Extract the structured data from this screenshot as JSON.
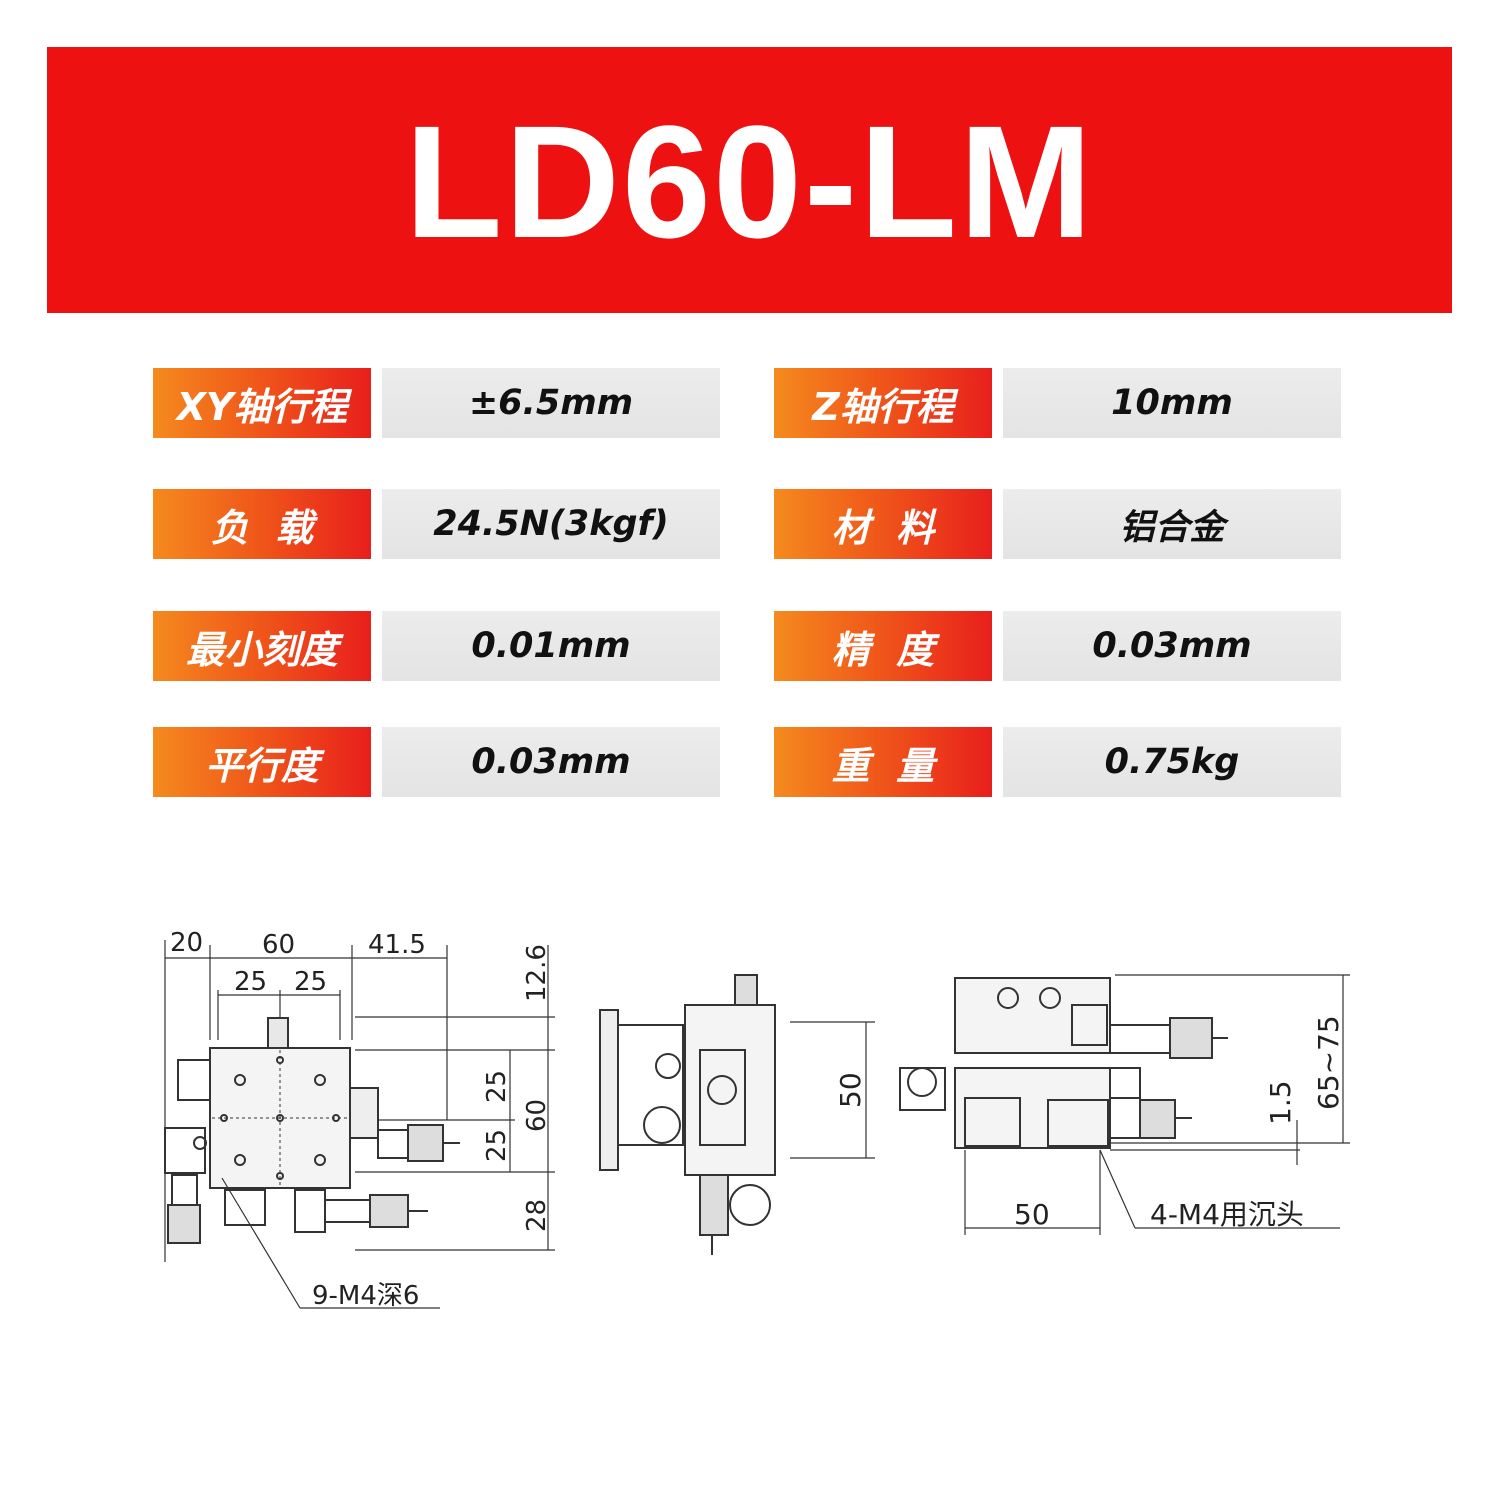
{
  "title": "LD60-LM",
  "colors": {
    "banner": "#ee1111",
    "label_gradient": [
      "#f58a1e",
      "#e81f1c"
    ],
    "value_bg": "#e8e8e8"
  },
  "specs": {
    "left": [
      {
        "label": "XY轴行程",
        "value": "±6.5mm"
      },
      {
        "label": "负  载",
        "value": "24.5N(3kgf)"
      },
      {
        "label": "最小刻度",
        "value": "0.01mm"
      },
      {
        "label": "平行度",
        "value": "0.03mm"
      }
    ],
    "right": [
      {
        "label": "Z轴行程",
        "value": "10mm"
      },
      {
        "label": "材  料",
        "value": "铝合金"
      },
      {
        "label": "精  度",
        "value": "0.03mm"
      },
      {
        "label": "重  量",
        "value": "0.75kg"
      }
    ]
  },
  "drawing": {
    "top_view": {
      "dims": [
        "20",
        "60",
        "41.5",
        "25",
        "25",
        "12.6",
        "25",
        "25",
        "60",
        "28"
      ],
      "callout": "9-M4深6"
    },
    "side_view": {
      "dims": [
        "50"
      ]
    },
    "front_view": {
      "dims": [
        "65~75",
        "1.5",
        "50"
      ],
      "callout": "4-M4用沉头"
    }
  }
}
